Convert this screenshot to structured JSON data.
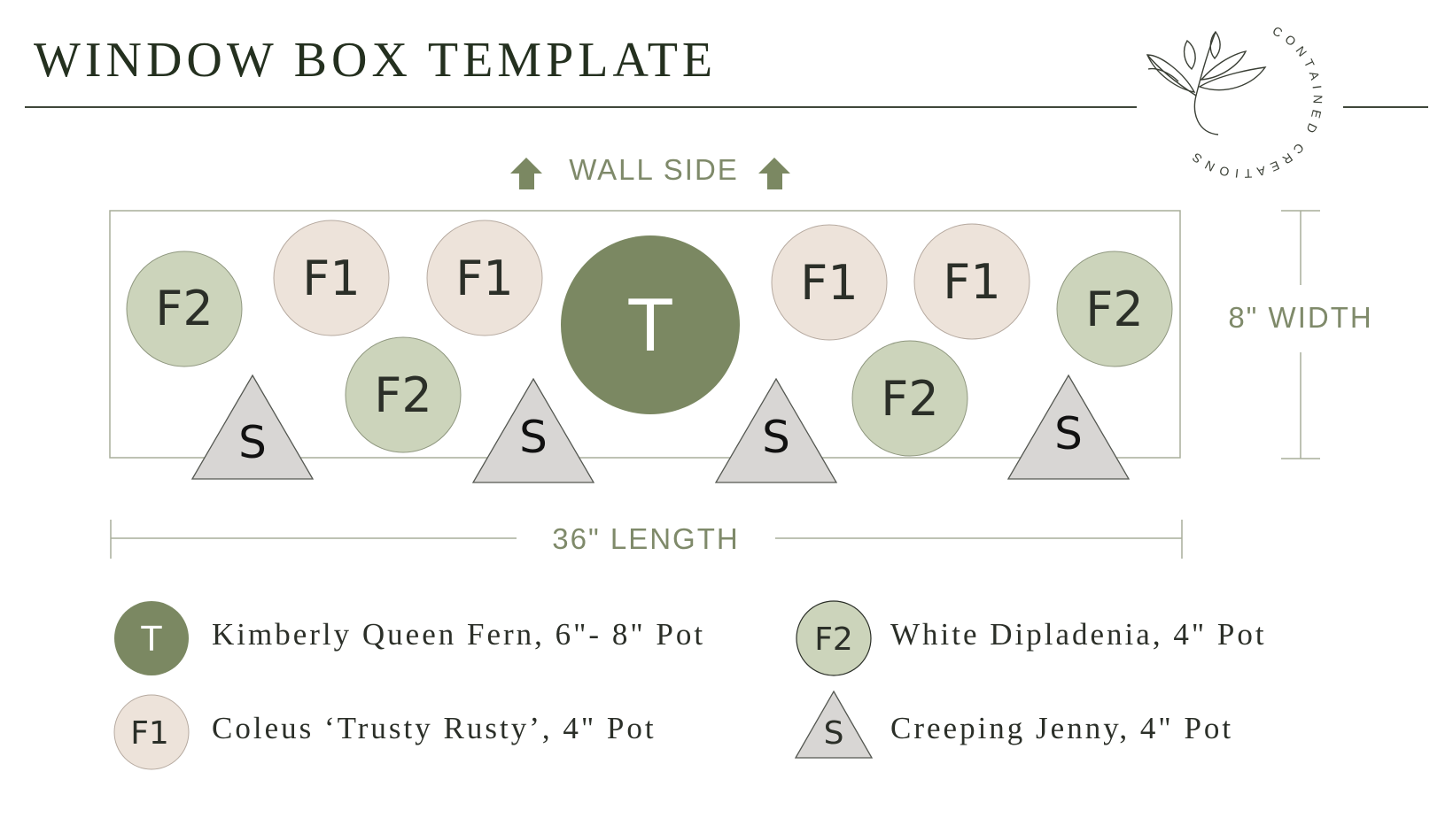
{
  "title": "WINDOW BOX TEMPLATE",
  "logo": {
    "text": "CONTAINED CREATIONS",
    "icon": "leaf-sprig-icon"
  },
  "wall_side_label": "WALL SIDE",
  "width_label": "8\" WIDTH",
  "length_label": "36\" LENGTH",
  "colors": {
    "dark_green": "#7b8862",
    "light_green": "#ccd4bb",
    "blush": "#ede3da",
    "grey": "#d8d6d4",
    "label_green": "#7f8a6a",
    "ink": "#2b2f28"
  },
  "plants": [
    {
      "code": "F2",
      "shape": "circle"
    },
    {
      "code": "F1",
      "shape": "circle"
    },
    {
      "code": "F2",
      "shape": "circle"
    },
    {
      "code": "F1",
      "shape": "circle"
    },
    {
      "code": "T",
      "shape": "circle"
    },
    {
      "code": "F1",
      "shape": "circle"
    },
    {
      "code": "F1",
      "shape": "circle"
    },
    {
      "code": "F2",
      "shape": "circle"
    },
    {
      "code": "F2",
      "shape": "circle"
    },
    {
      "code": "S",
      "shape": "triangle"
    },
    {
      "code": "S",
      "shape": "triangle"
    },
    {
      "code": "S",
      "shape": "triangle"
    },
    {
      "code": "S",
      "shape": "triangle"
    }
  ],
  "legend": [
    {
      "code": "T",
      "text": "Kimberly Queen Fern, 6\"- 8\" Pot"
    },
    {
      "code": "F2",
      "text": "White Dipladenia, 4\" Pot"
    },
    {
      "code": "F1",
      "text": "Coleus ‘Trusty Rusty’, 4\" Pot"
    },
    {
      "code": "S",
      "text": "Creeping Jenny, 4\" Pot"
    }
  ]
}
